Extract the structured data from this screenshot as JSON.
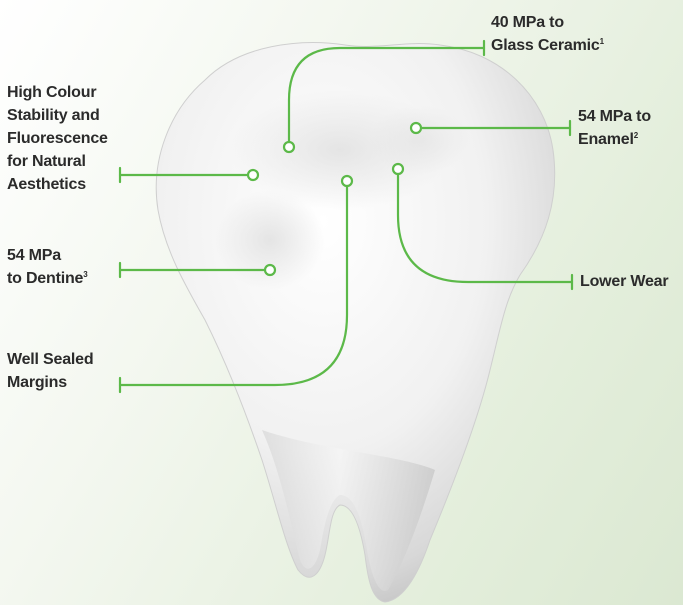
{
  "colors": {
    "accent": "#5cb949",
    "text": "#2b2b2b",
    "background_light": "#f3f7ef",
    "background_dark": "#dbe8d2"
  },
  "labels": {
    "glass_ceramic": {
      "line1": "40 MPa to",
      "line2": "Glass Ceramic",
      "sup": "1"
    },
    "enamel": {
      "line1": "54 MPa to",
      "line2": "Enamel",
      "sup": "2"
    },
    "colour_stability": {
      "line1": "High Colour",
      "line2": "Stability and",
      "line3": "Fluorescence",
      "line4": "for Natural",
      "line5": "Aesthetics"
    },
    "dentine": {
      "line1": "54 MPa",
      "line2": "to Dentine",
      "sup": "3"
    },
    "lower_wear": {
      "line1": "Lower Wear"
    },
    "sealed_margins": {
      "line1": "Well Sealed",
      "line2": "Margins"
    }
  }
}
